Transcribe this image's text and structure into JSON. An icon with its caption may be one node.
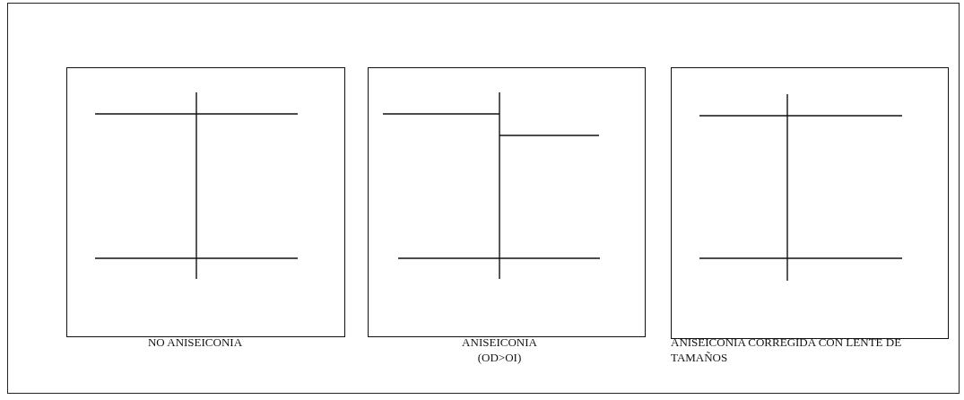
{
  "diagram": {
    "nodes": [
      {
        "text": [],
        "shape": "box",
        "beside": [
          "NO ANISEICONIA"
        ]
      },
      {
        "text": [],
        "shape": "box",
        "beside": [
          "ANISEICONIA (OD>OI)"
        ]
      },
      {
        "text": [],
        "shape": "box",
        "beside": [
          "ANISEICONIA CORREGIDA CON LENTE DE TAMAÑOS"
        ]
      }
    ]
  }
}
